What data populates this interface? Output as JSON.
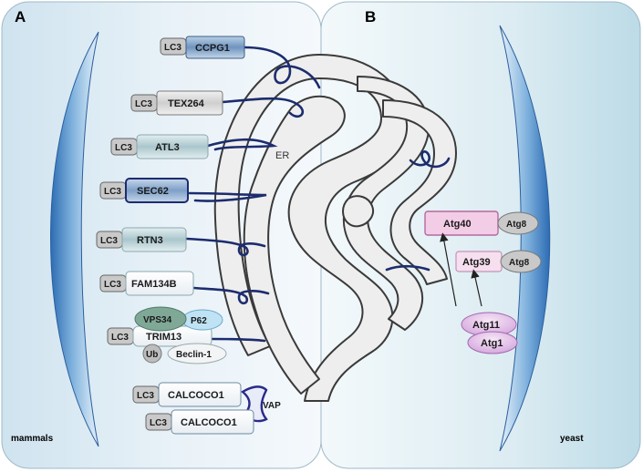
{
  "panels": {
    "a": {
      "letter": "A",
      "organism": "mammals"
    },
    "b": {
      "letter": "B",
      "organism": "yeast"
    }
  },
  "er_label": "ER",
  "lc3": "LC3",
  "atg8": "Atg8",
  "mammal_receptors": [
    "CCPG1",
    "TEX264",
    "ATL3",
    "SEC62",
    "RTN3",
    "FAM134B"
  ],
  "trim13_complex": {
    "vps34": "VPS34",
    "p62": "P62",
    "trim13": "TRIM13",
    "ub": "Ub",
    "beclin": "Beclin-1"
  },
  "calcoco": {
    "top": "CALCOCO1",
    "bottom": "CALCOCO1",
    "vap": "VAP"
  },
  "yeast": {
    "atg40": "Atg40",
    "atg39": "Atg39",
    "atg11": "Atg11",
    "atg1": "Atg1"
  },
  "colors": {
    "tether": "#1c2c6e",
    "er_fill": "#eeeeee",
    "er_stroke": "#3a3a3a",
    "lc3_fill": "#c9c9c9",
    "pink_box": "#f3cde6",
    "pink_stroke": "#b36aa0",
    "atg_oval": "#e6c7ea",
    "membrane_dark": "#3a78bc"
  }
}
